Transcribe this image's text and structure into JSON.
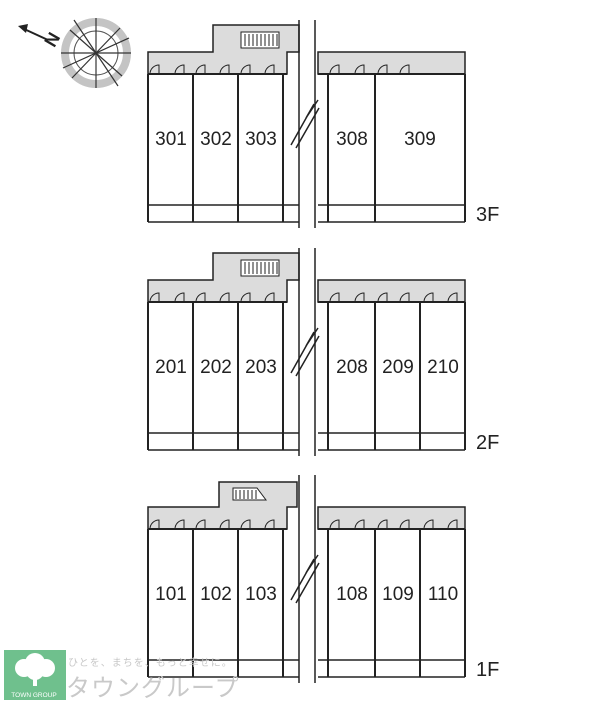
{
  "floors": [
    {
      "label": "3F",
      "units": [
        "301",
        "302",
        "303",
        "308",
        "309"
      ]
    },
    {
      "label": "2F",
      "units": [
        "201",
        "202",
        "203",
        "208",
        "209",
        "210"
      ]
    },
    {
      "label": "1F",
      "units": [
        "101",
        "102",
        "103",
        "108",
        "109",
        "110"
      ]
    }
  ],
  "compass": {
    "north_label": "N"
  },
  "logo": {
    "tagline": "ひとを、まちを、もっと幸せに。",
    "name": "タウングループ",
    "sub": "TOWN GROUP"
  }
}
